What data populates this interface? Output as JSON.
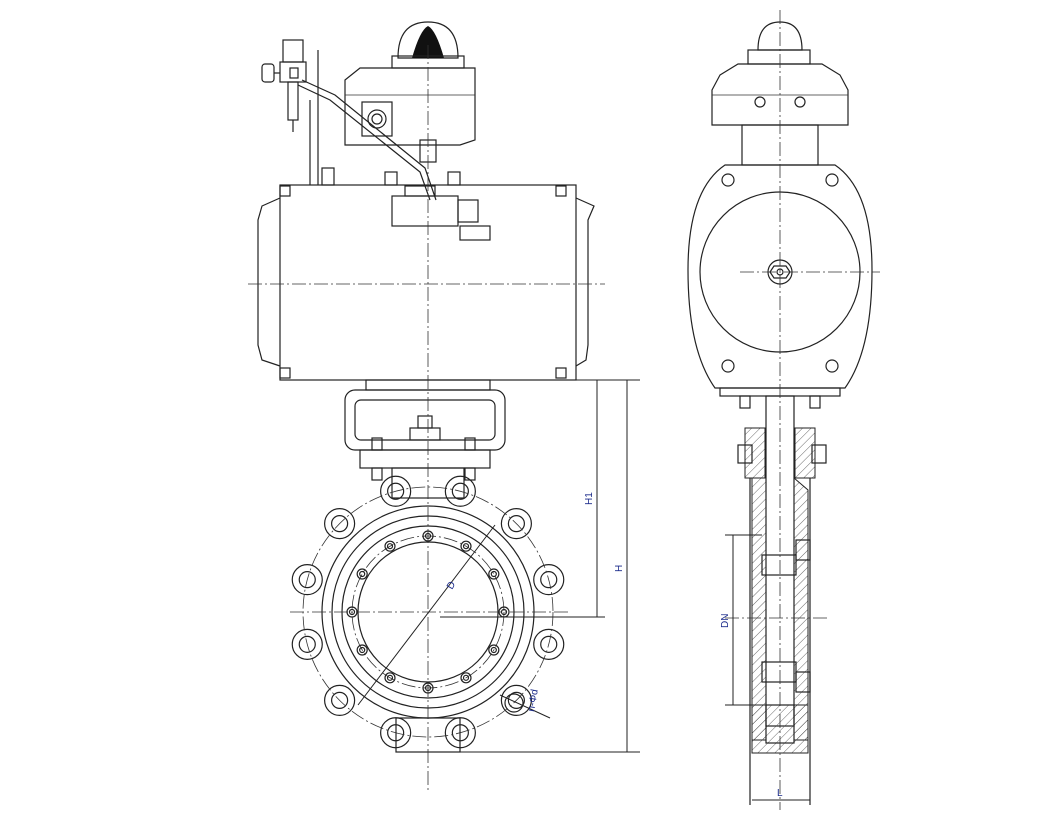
{
  "drawing": {
    "dimensions": {
      "h1": "H1",
      "h": "H",
      "dn": "DN",
      "l": "L",
      "bolt_holes": "n-Φd",
      "bolt_circle": "D"
    }
  }
}
